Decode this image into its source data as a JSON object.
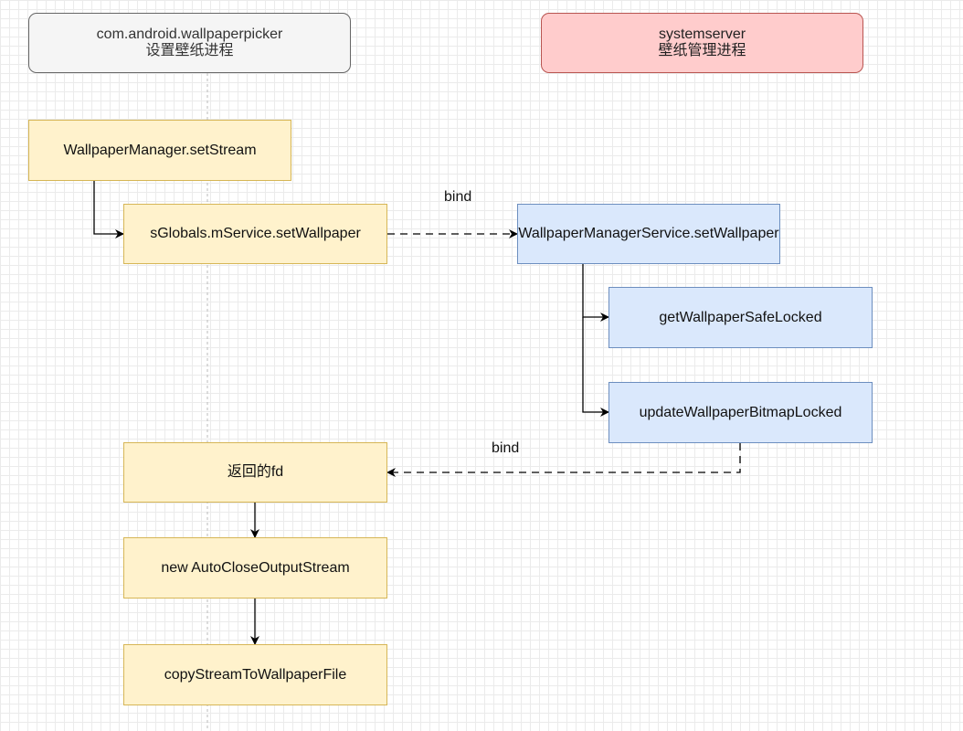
{
  "lanes": {
    "left": {
      "line1": "com.android.wallpaperpicker",
      "line2": "设置壁纸进程"
    },
    "right": {
      "line1": "systemserver",
      "line2": "壁纸管理进程"
    }
  },
  "nodes": {
    "set_stream": "WallpaperManager.setStream",
    "set_wallpaper_client": "sGlobals.mService.setWallpaper",
    "set_wallpaper_service": "WallpaperManagerService.setWallpaper",
    "get_safe_locked": "getWallpaperSafeLocked",
    "update_bitmap_locked": "updateWallpaperBitmapLocked",
    "returned_fd": "返回的fd",
    "auto_close_stream": "new AutoCloseOutputStream",
    "copy_stream": "copyStreamToWallpaperFile"
  },
  "edge_labels": {
    "bind_call": "bind",
    "bind_return": "bind"
  },
  "colors": {
    "lane_left_fill": "#f5f5f5",
    "lane_right_fill": "#ffcccc",
    "client_fill": "#fff2cc",
    "service_fill": "#dae8fc"
  }
}
